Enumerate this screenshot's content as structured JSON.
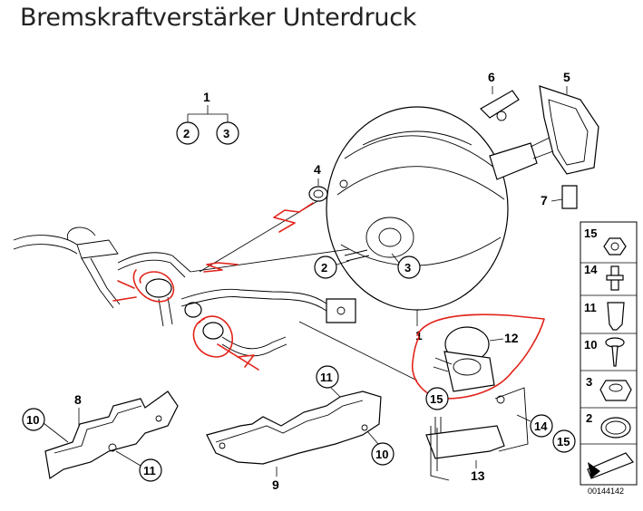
{
  "title": "Bremskraftverstärker Unterdruck",
  "doc_id": "00144142",
  "callouts": {
    "c1": "1",
    "c2": "2",
    "c3": "3",
    "c4": "4",
    "c5": "5",
    "c6": "6",
    "c7": "7",
    "c8": "8",
    "c9": "9",
    "c10": "10",
    "c11": "11",
    "c12": "12",
    "c13": "13",
    "c14": "14",
    "c15": "15"
  },
  "legend": [
    {
      "label": "15"
    },
    {
      "label": "14"
    },
    {
      "label": "11"
    },
    {
      "label": "10"
    },
    {
      "label": "3"
    },
    {
      "label": "2"
    }
  ],
  "colors": {
    "markup": "#e2231a",
    "line": "#000000"
  }
}
